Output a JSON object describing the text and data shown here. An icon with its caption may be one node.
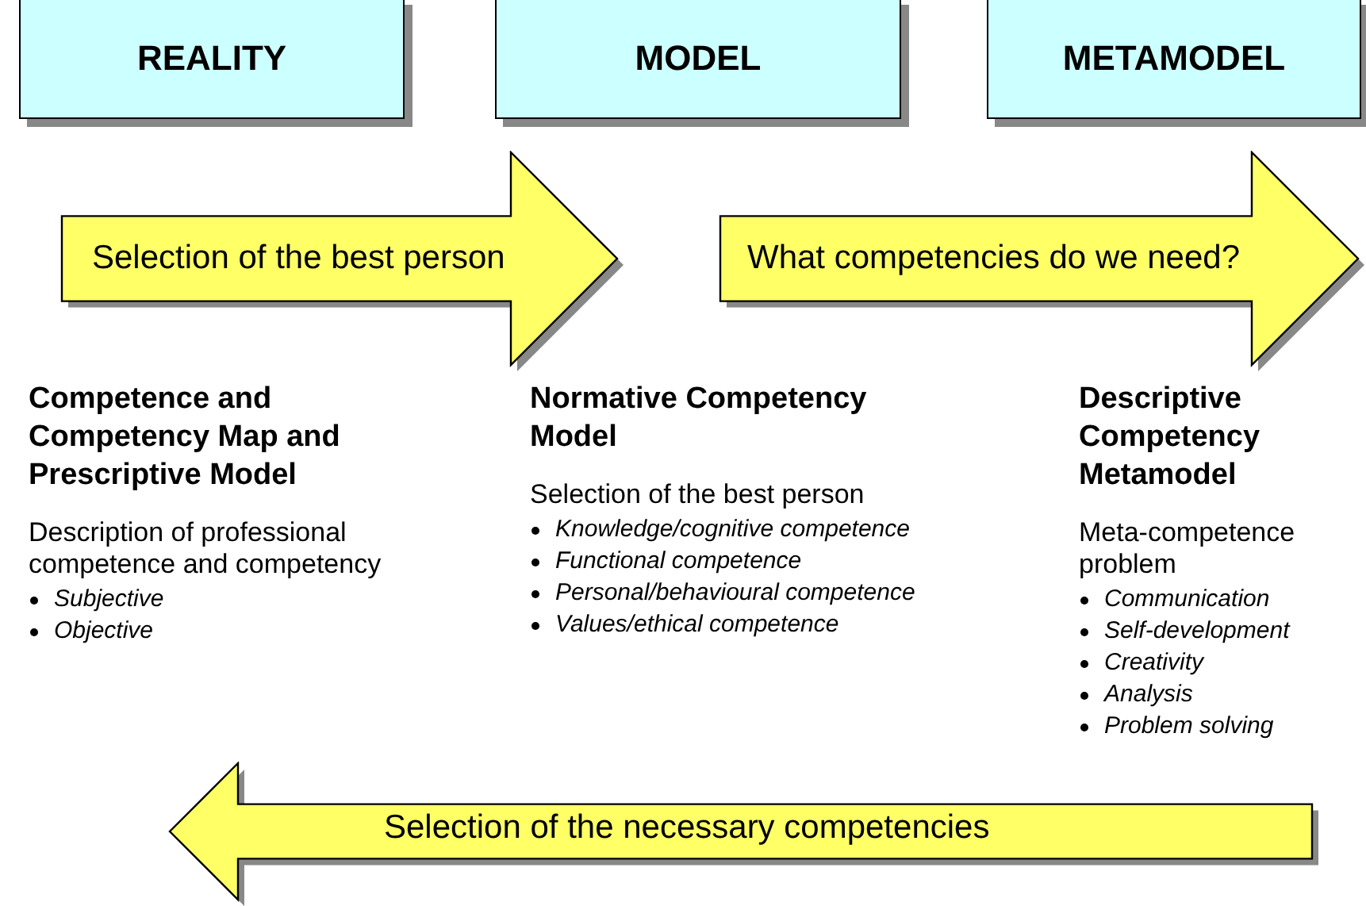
{
  "diagram": {
    "nodes": [
      {
        "text": [
          "REALITY"
        ]
      },
      {
        "text": [
          "MODEL"
        ]
      },
      {
        "text": [
          "METAMODEL"
        ]
      },
      {
        "text": [
          "Selection of the best person"
        ]
      },
      {
        "text": [
          "What competencies do we need?"
        ]
      },
      {
        "text": [
          "Selection of the necessary competencies"
        ]
      }
    ],
    "edges": [],
    "labels": [
      "Competence and Competency Map and Prescriptive Model",
      "Description of professional competence and competency",
      "Subjective",
      "Objective",
      "Normative Competency Model",
      "Selection of the best person",
      "Knowledge/cognitive competence",
      "Functional competence",
      "Personal/behavioural competence",
      "Values/ethical competence",
      "Descriptive Competency Metamodel",
      "Meta-competence problem",
      "Communication",
      "Self-development",
      "Creativity",
      "Analysis",
      "Problem solving"
    ]
  }
}
